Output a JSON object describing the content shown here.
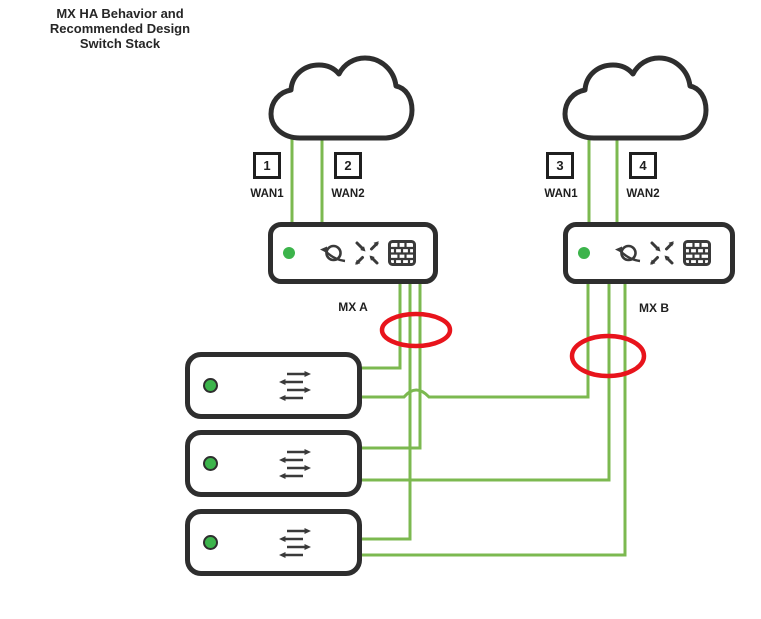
{
  "title": {
    "line1": "MX HA Behavior and",
    "line2": "Recommended Design",
    "line3": "Switch Stack"
  },
  "wan_ports": [
    {
      "number": "1",
      "label": "WAN1"
    },
    {
      "number": "2",
      "label": "WAN2"
    },
    {
      "number": "3",
      "label": "WAN1"
    },
    {
      "number": "4",
      "label": "WAN2"
    }
  ],
  "mx_devices": [
    {
      "label": "MX A",
      "status_led": "green",
      "icons": [
        "router-nat-icon",
        "traffic-crossing-arrows-icon",
        "firewall-icon"
      ]
    },
    {
      "label": "MX B",
      "status_led": "green",
      "icons": [
        "router-nat-icon",
        "traffic-crossing-arrows-icon",
        "firewall-icon"
      ]
    }
  ],
  "switches": [
    {
      "icon": "switching-arrows-icon",
      "status_led": "green"
    },
    {
      "icon": "switching-arrows-icon",
      "status_led": "green"
    },
    {
      "icon": "switching-arrows-icon",
      "status_led": "green"
    }
  ],
  "clouds": [
    {
      "icon": "internet-cloud-icon",
      "position": "left"
    },
    {
      "icon": "internet-cloud-icon",
      "position": "right"
    }
  ],
  "annotations": [
    {
      "type": "highlight-ellipse",
      "location": "mx-a-downlinks"
    },
    {
      "type": "highlight-ellipse",
      "location": "mx-b-downlinks"
    }
  ],
  "colors": {
    "link_green": "#7cb950",
    "led_green": "#3cb44b",
    "device_outline": "#2e2e2e",
    "highlight_red": "#e8141c"
  }
}
